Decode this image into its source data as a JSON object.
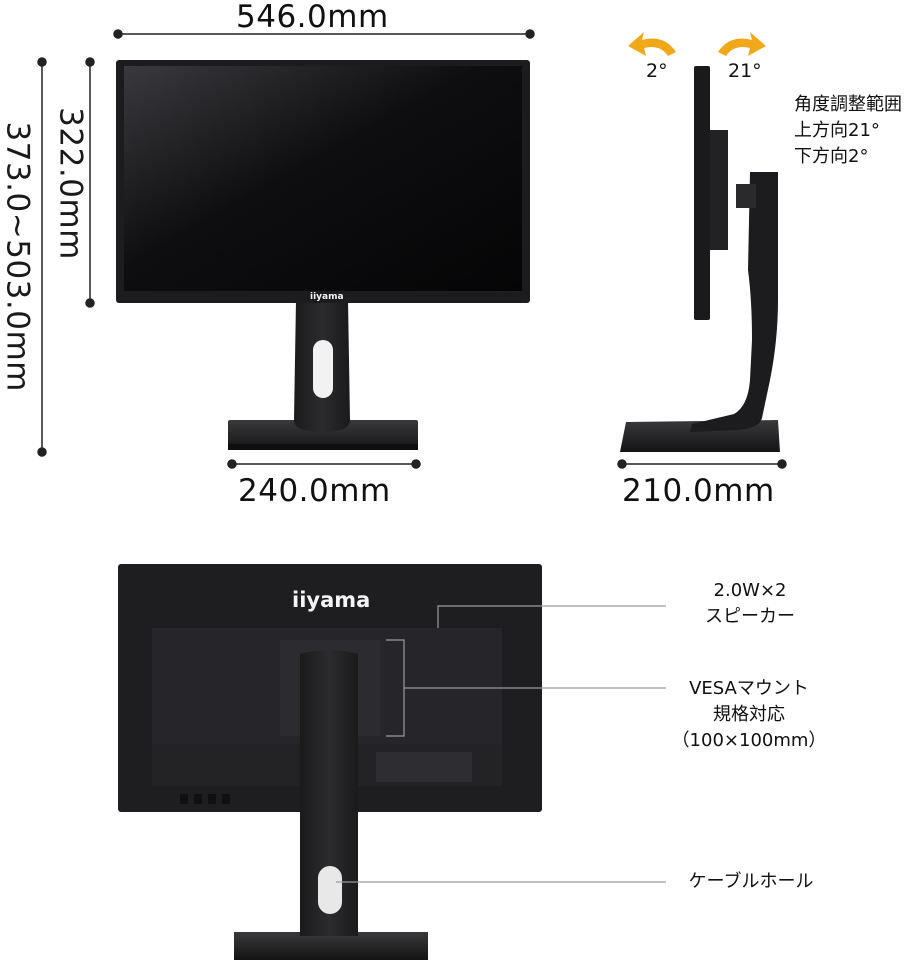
{
  "dimensions": {
    "width": "546.0mm",
    "panel_height": "322.0mm",
    "total_height_range": "373.0~503.0mm",
    "base_width": "240.0mm",
    "base_depth": "210.0mm"
  },
  "tilt": {
    "forward": "2°",
    "backward": "21°",
    "note_title": "角度調整範囲",
    "note_up": "上方向21°",
    "note_down": "下方向2°"
  },
  "brand": {
    "logo": "iiyama"
  },
  "callouts": {
    "speaker": [
      "2.0W×2",
      "スピーカー"
    ],
    "vesa": [
      "VESAマウント",
      "規格対応",
      "（100×100mm）"
    ],
    "cable_hole": [
      "ケーブルホール"
    ]
  },
  "colors": {
    "monitor": "#1c1c1e",
    "bezel": "#2a2a2c",
    "screen": "#0a0a0c",
    "arrow": "#f0a818",
    "line": "#222222",
    "callout_line": "#9a9a9a"
  }
}
